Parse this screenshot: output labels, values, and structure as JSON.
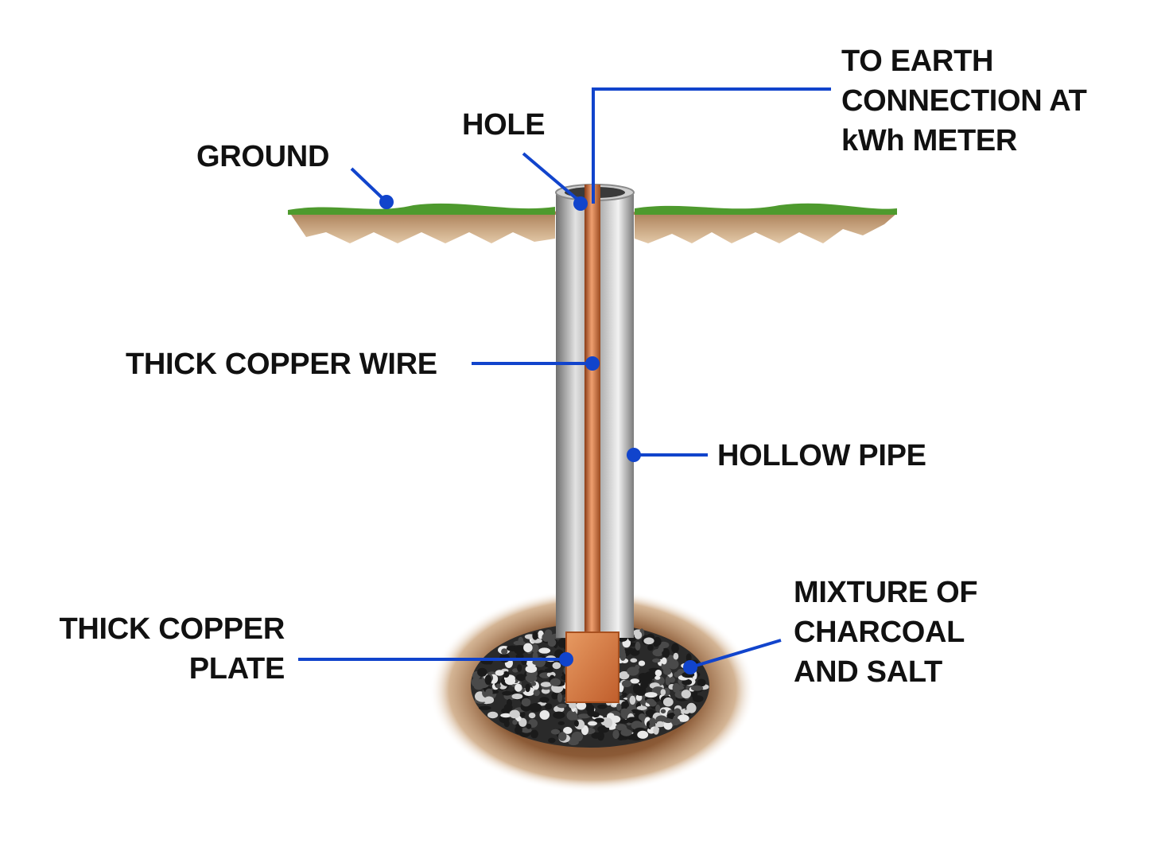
{
  "labels": {
    "ground": "GROUND",
    "hole": "HOLE",
    "earth_connection": [
      "TO EARTH",
      "CONNECTION AT",
      "kWh METER"
    ],
    "copper_wire": "THICK COPPER WIRE",
    "hollow_pipe": "HOLLOW PIPE",
    "copper_plate": [
      "THICK COPPER",
      "PLATE"
    ],
    "mixture": [
      "MIXTURE OF",
      "CHARCOAL",
      "AND SALT"
    ]
  },
  "colors": {
    "leader": "#1144cc",
    "grass": "#4e9a2e",
    "soil": "#c9a27a",
    "pipe": "#b9b9b9",
    "copper": "#c8683a",
    "charcoal": "#2a2a2a"
  }
}
